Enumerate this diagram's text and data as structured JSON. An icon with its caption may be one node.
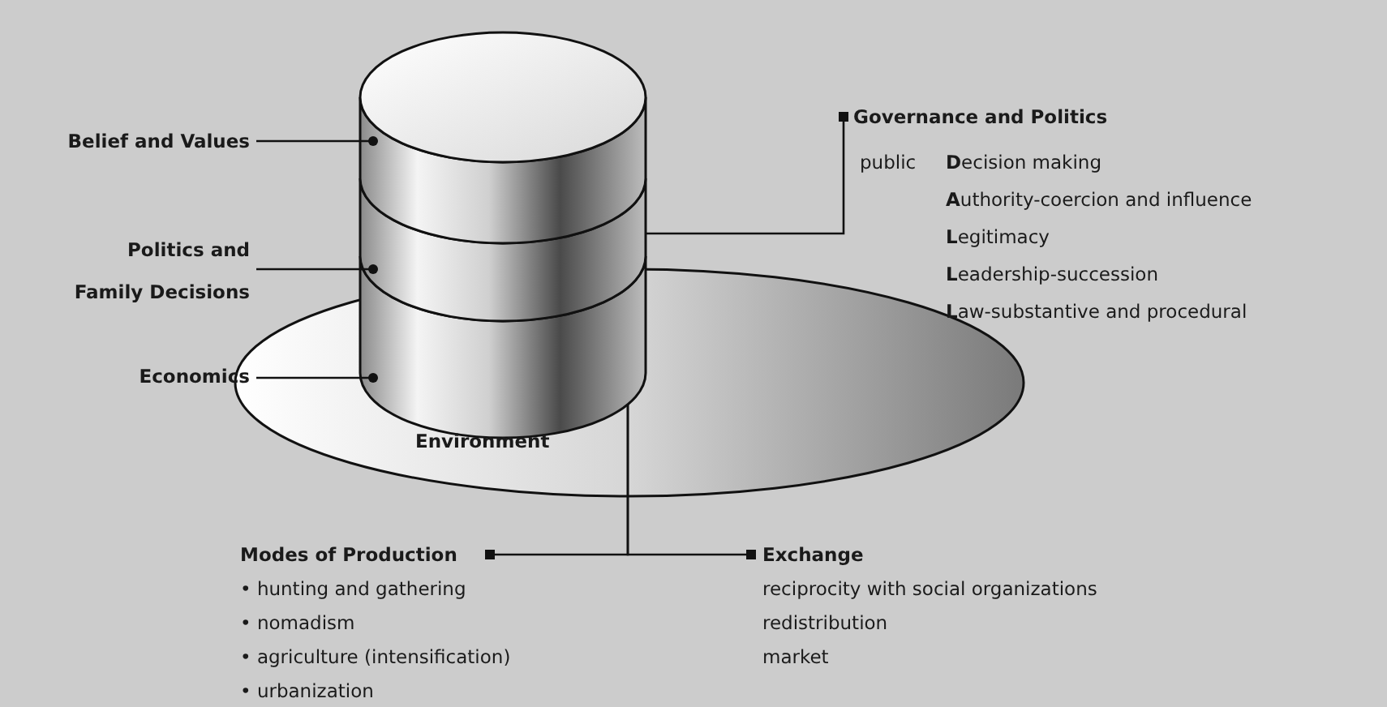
{
  "diagram": {
    "nodes": [
      {
        "text": [
          "Belief and Values"
        ]
      },
      {
        "text": [
          "Governance and Politics",
          "public",
          "**D**ecision making",
          "**A**uthority-coercion and influence",
          "**L**egitimacy",
          "**L**eadership-succession",
          "**L**aw-substantive and procedural"
        ]
      },
      {
        "text": [],
        "shape": "cylinder"
      },
      {
        "text": [
          "Politics and Family Decisions"
        ]
      },
      {
        "text": [],
        "shape": "bar"
      },
      {
        "text": [
          "Economics"
        ]
      },
      {
        "text": [],
        "shape": "bar"
      },
      {
        "text": [
          "Environment"
        ]
      },
      {
        "text": [
          "Modes of Production",
          "• hunting and gathering",
          "• nomadism",
          "• agriculture (intensification)",
          "• urbanization"
        ]
      },
      {
        "text": [
          "Exchange",
          "reciprocity with social organizations",
          "redistribution",
          "market"
        ]
      }
    ],
    "edges": [
      {
        "from": 0,
        "to": 2,
        "arrow": "other"
      },
      {
        "from": 1,
        "to": 4,
        "arrow": "other"
      },
      {
        "from": 3,
        "to": 4,
        "arrow": "other"
      },
      {
        "from": 5,
        "to": 6,
        "arrow": "other"
      },
      {
        "from": 8,
        "to": 6,
        "arrow": "other"
      },
      {
        "from": 9,
        "to": 6,
        "arrow": "other"
      }
    ]
  }
}
